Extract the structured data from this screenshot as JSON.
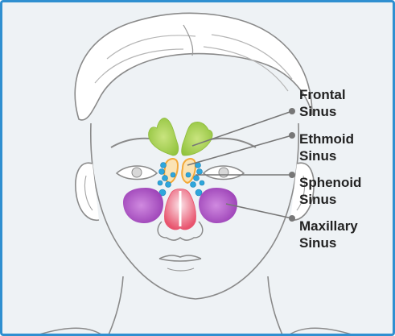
{
  "colors": {
    "frame_border": "#2f8fd0",
    "background": "#eef2f5",
    "outline": "#8a8a8a",
    "leader_line": "#777777",
    "frontal_sinus": "#a8d35a",
    "ethmoid_sinus": "#f3a93a",
    "sphenoid_sinus": "#2ea6dc",
    "maxillary_sinus": "#b357c9",
    "nasal_cavity": "#e8546e"
  },
  "labels": [
    {
      "id": "frontal",
      "text": "Frontal\nSinus"
    },
    {
      "id": "ethmoid",
      "text": "Ethmoid\nSinus"
    },
    {
      "id": "sphenoid",
      "text": "Sphenoid\nSinus"
    },
    {
      "id": "maxillary",
      "text": "Maxillary\nSinus"
    }
  ]
}
